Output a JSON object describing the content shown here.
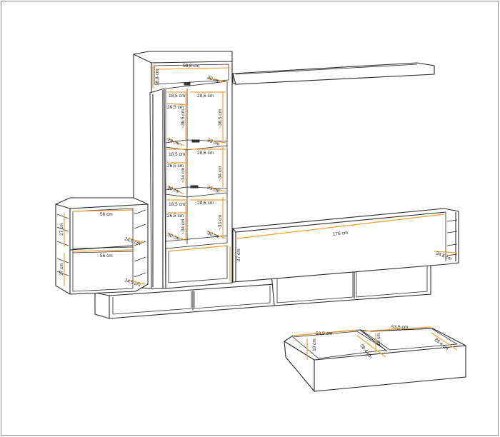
{
  "colors": {
    "line": "#2a2a2a",
    "dimension": "#f0a030",
    "background": "#ffffff"
  },
  "labels": {
    "tower_width": "56,8 cm",
    "tower_top_height": "18,8 cm",
    "tower_depth_top": "30 cm",
    "shelf1_width": "18,5 cm",
    "shelf1_right_width": "28,6 cm",
    "shelf1_height": "26,5 cm",
    "shelf1_side_height": "~36,5 cm",
    "shelf1_right_height": "~38,5 cm",
    "shelf2_depth_left": "29 cm",
    "shelf2_depth_right": "29 cm",
    "shelf2_width": "18,5 cm",
    "shelf2_right_width": "28,6 cm",
    "shelf2_height": "26,5 cm",
    "shelf2_side_height": "~34 cm",
    "shelf2_right_height": "~34 cm",
    "shelf3_depth_left": "30 cm",
    "shelf3_depth_right": "29 cm",
    "shelf3_width": "18,5 cm",
    "shelf3_right_width": "28,6 cm",
    "shelf3_height": "26,5 cm",
    "shelf3_side_height": "~34 cm",
    "shelf3_right_height": "~33 cm",
    "bottom_depth_left": "30 cm",
    "bottom_depth_right": "30 cm",
    "bottom_height": "27 cm",
    "left_width_top": "56 cm",
    "left_height_top": "27 cm",
    "left_depth_top": "24,5 cm",
    "left_width_bottom": "56 cm",
    "left_height_bottom": "27 cm",
    "left_depth_bottom": "24,5 cm",
    "long_width": "176 cm",
    "long_depth": "24,5 cm",
    "drawer_left_width": "53,5 cm",
    "drawer_left_height": "10 cm",
    "drawer_left_depth": "28,4 cm",
    "drawer_right_width": "53,5 cm",
    "drawer_right_height": "10 cm",
    "drawer_right_depth": "28,4 cm"
  }
}
